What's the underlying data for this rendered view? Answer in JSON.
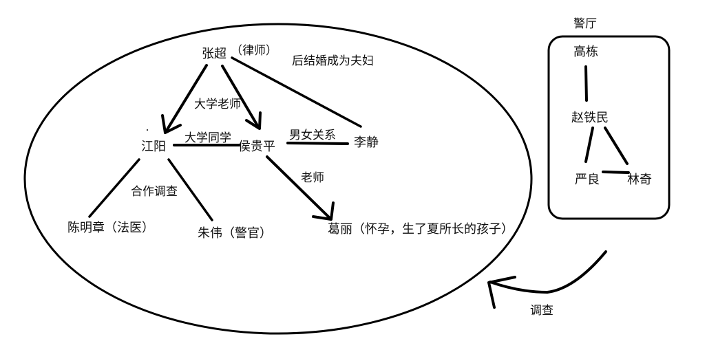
{
  "nodes": {
    "zhangchao": "张超",
    "zhangchao_role": "（律师）",
    "jiangyang": "江阳",
    "houguiping": "侯贵平",
    "lijing": "李静",
    "chenmingzhang": "陈明章（法医）",
    "zhuwei": "朱伟（警官）",
    "geli": "葛丽（怀孕，生了夏所长的孩子）",
    "gaodong": "高栋",
    "zhaotiemin": "赵铁民",
    "yanliang": "严良",
    "linqi": "林奇"
  },
  "edges": {
    "married_later": "后结婚成为夫妇",
    "college_teacher": "大学老师",
    "college_classmates": "大学同学",
    "romantic": "男女关系",
    "teacher": "老师",
    "cooperative_investigation": "合作调查",
    "investigate": "调查"
  },
  "groups": {
    "police_station": "警厅"
  }
}
